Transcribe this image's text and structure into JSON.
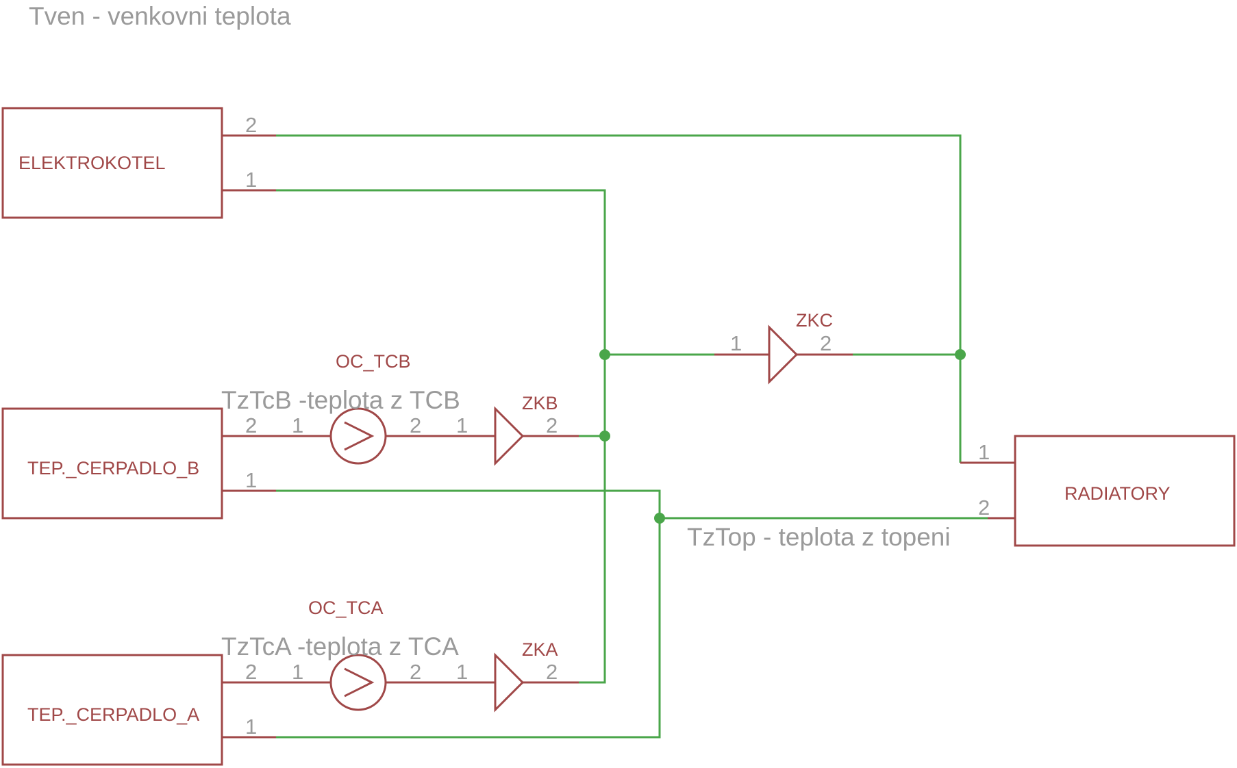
{
  "top_note": "Tven - venkovni teplota",
  "blocks": {
    "elektrokotel": "ELEKTROKOTEL",
    "cerpadlo_b": "TEP._CERPADLO_B",
    "cerpadlo_a": "TEP._CERPADLO_A",
    "radiatory": "RADIATORY"
  },
  "components": {
    "oc_tcb": "OC_TCB",
    "oc_tca": "OC_TCA",
    "zkb": "ZKB",
    "zka": "ZKA",
    "zkc": "ZKC"
  },
  "nets": {
    "tztcb": "TzTcB -teplota z TCB",
    "tztca": "TzTcA -teplota z TCA",
    "tztop": "TzTop - teplota z topeni"
  },
  "pins": {
    "elektrokotel_2": "2",
    "elektrokotel_1": "1",
    "cerpadlo_b_2": "2",
    "cerpadlo_b_1": "1",
    "cerpadlo_a_2": "2",
    "cerpadlo_a_1": "1",
    "oc_tcb_2": "2",
    "oc_tcb_1": "1",
    "oc_tca_2": "2",
    "oc_tca_1": "1",
    "zkb_1": "1",
    "zkb_2": "2",
    "zka_1": "1",
    "zka_2": "2",
    "zkc_1": "1",
    "zkc_2": "2",
    "radiatory_1": "1",
    "radiatory_2": "2"
  },
  "colors": {
    "component": "#a04848",
    "wire": "#4aa64a",
    "text": "#9a9a9a"
  }
}
